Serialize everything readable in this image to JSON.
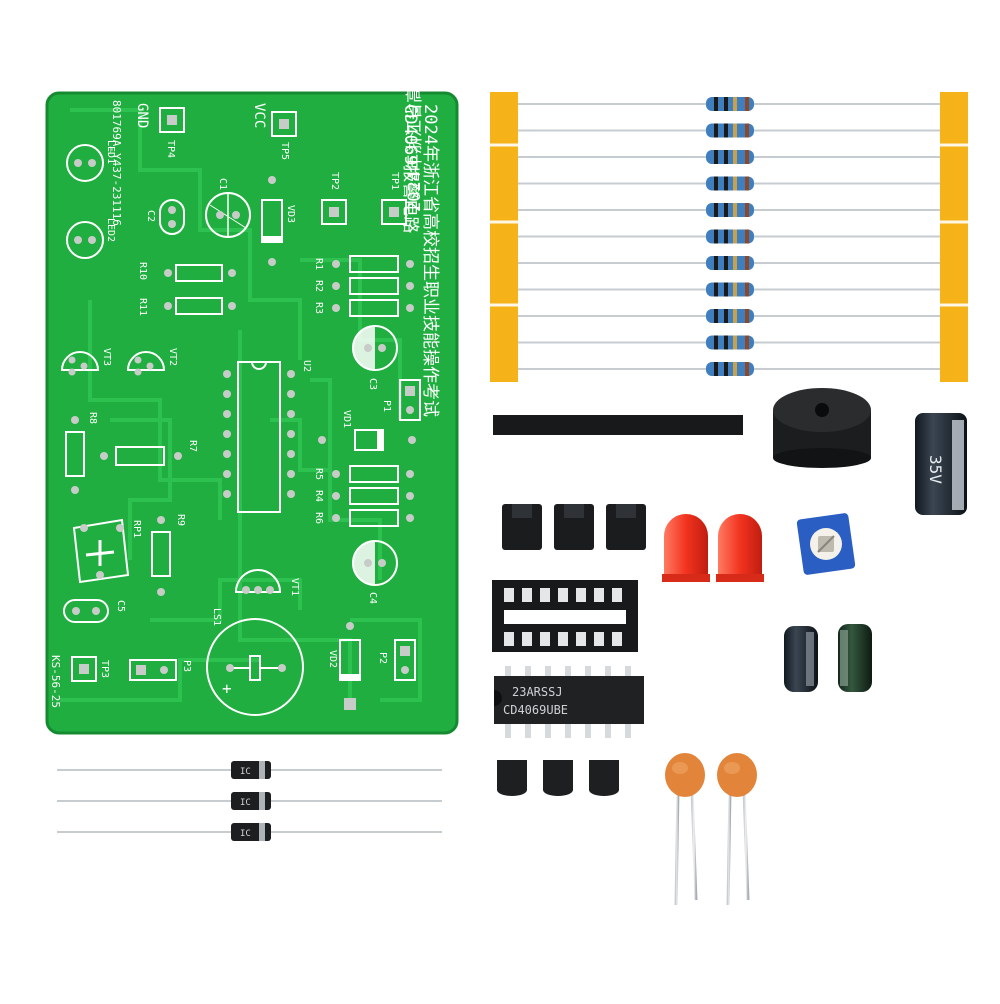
{
  "pcb": {
    "title_line1": "2024年浙江省高校招生职业技能操作考试",
    "title_line2": "CD4069报警电路",
    "code_line": "801769A_Y437-231116",
    "corner_label": "KS-56-25",
    "gnd": "GND",
    "vcc": "VCC",
    "labels": {
      "tp1": "TP1",
      "tp2": "TP2",
      "tp3": "TP3",
      "tp4": "TP4",
      "tp5": "TP5",
      "led1": "LED1",
      "led2": "LED2",
      "c1": "C1",
      "c2": "C2",
      "c3": "C3",
      "c4": "C4",
      "c5": "C5",
      "vd1": "VD1",
      "vd2": "VD2",
      "vd3": "VD3",
      "r1": "R1",
      "r2": "R2",
      "r3": "R3",
      "r4": "R4",
      "r5": "R5",
      "r6": "R6",
      "r7": "R7",
      "r8": "R8",
      "r9": "R9",
      "r10": "R10",
      "r11": "R11",
      "vt1": "VT1",
      "vt2": "VT2",
      "vt3": "VT3",
      "u2": "U2",
      "rp1": "RP1",
      "ls1": "LS1",
      "p1": "P1",
      "p2": "P2",
      "p3": "P3"
    }
  },
  "ic": {
    "line1": "23ARSSJ",
    "line2": "CD4069UBE"
  },
  "capacitor": {
    "voltage": "35V"
  },
  "diode_label": "IC",
  "colors": {
    "pcb": "#1fae3f",
    "pcb_edge": "#168a31",
    "silk": "#ffffff",
    "resistor_body": "#3f7fbf",
    "tape": "#f5b319",
    "led": "#f2331f",
    "ceramic": "#e2843a",
    "black_cap": "#1d2730",
    "green_cap": "#1f3a2a"
  }
}
